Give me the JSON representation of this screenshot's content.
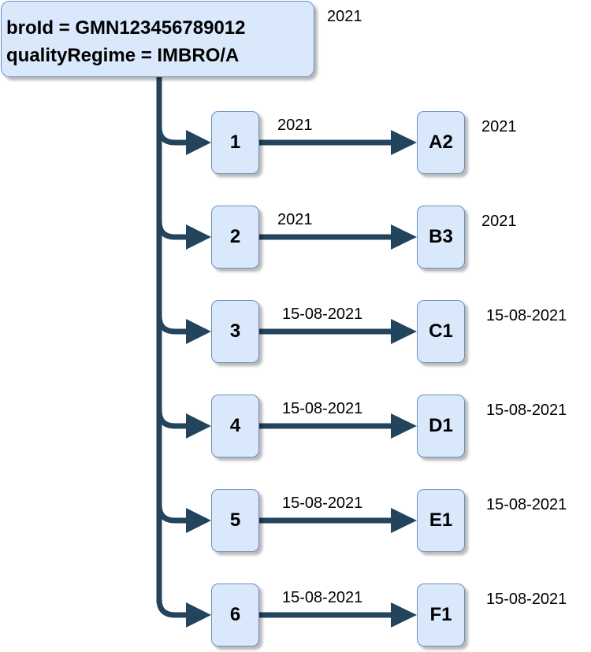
{
  "root": {
    "line1": "broId = GMN123456789012",
    "line2": "qualityRegime = IMBRO/A",
    "year": "2021"
  },
  "rows": [
    {
      "left": "1",
      "right": "A2",
      "edge_label": "2021",
      "right_label": "2021"
    },
    {
      "left": "2",
      "right": "B3",
      "edge_label": "2021",
      "right_label": "2021"
    },
    {
      "left": "3",
      "right": "C1",
      "edge_label": "15-08-2021",
      "right_label": "15-08-2021"
    },
    {
      "left": "4",
      "right": "D1",
      "edge_label": "15-08-2021",
      "right_label": "15-08-2021"
    },
    {
      "left": "5",
      "right": "E1",
      "edge_label": "15-08-2021",
      "right_label": "15-08-2021"
    },
    {
      "left": "6",
      "right": "F1",
      "edge_label": "15-08-2021",
      "right_label": "15-08-2021"
    }
  ],
  "colors": {
    "connector": "#23445d",
    "node_fill": "#dae8fc",
    "node_stroke": "#6c8ebf"
  }
}
